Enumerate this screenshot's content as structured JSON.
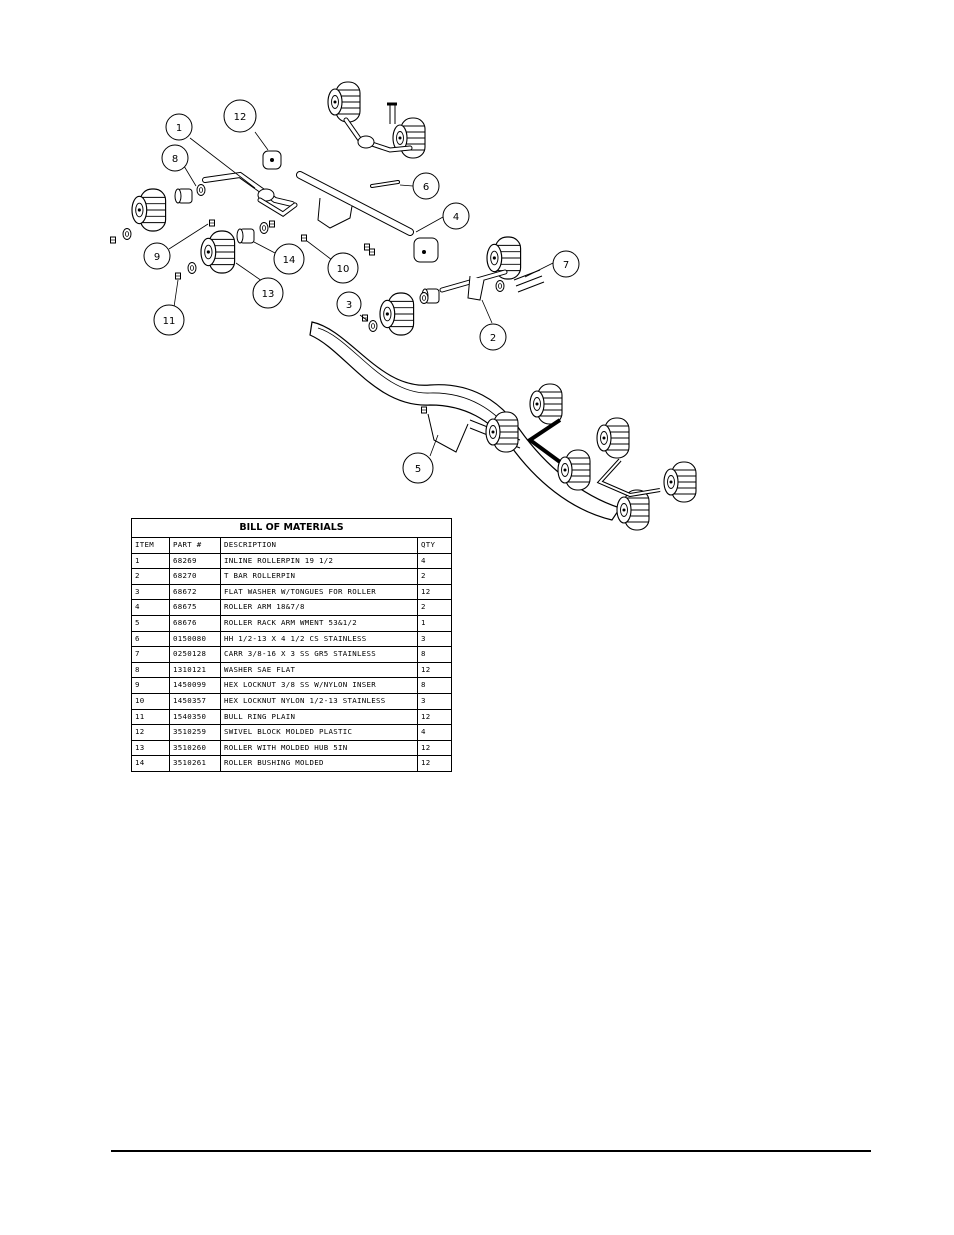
{
  "diagram": {
    "callouts": [
      {
        "id": "1",
        "label": "1"
      },
      {
        "id": "12",
        "label": "12"
      },
      {
        "id": "8",
        "label": "8"
      },
      {
        "id": "6",
        "label": "6"
      },
      {
        "id": "4",
        "label": "4"
      },
      {
        "id": "9",
        "label": "9"
      },
      {
        "id": "14",
        "label": "14"
      },
      {
        "id": "10",
        "label": "10"
      },
      {
        "id": "7",
        "label": "7"
      },
      {
        "id": "13",
        "label": "13"
      },
      {
        "id": "11",
        "label": "11"
      },
      {
        "id": "3",
        "label": "3"
      },
      {
        "id": "2",
        "label": "2"
      },
      {
        "id": "5",
        "label": "5"
      }
    ]
  },
  "bom": {
    "title": "BILL OF MATERIALS",
    "headers": [
      "ITEM",
      "PART #",
      "DESCRIPTION",
      "QTY"
    ],
    "rows": [
      [
        "1",
        "68269",
        "INLINE ROLLERPIN 19 1/2",
        "4"
      ],
      [
        "2",
        "68270",
        "T BAR ROLLERPIN",
        "2"
      ],
      [
        "3",
        "68672",
        "FLAT WASHER W/TONGUES FOR ROLLER",
        "12"
      ],
      [
        "4",
        "68675",
        "ROLLER ARM 18&7/8",
        "2"
      ],
      [
        "5",
        "68676",
        "ROLLER RACK ARM WMENT  53&1/2",
        "1"
      ],
      [
        "6",
        "0150080",
        "HH 1/2-13 X 4 1/2 CS STAINLESS",
        "3"
      ],
      [
        "7",
        "0250128",
        "CARR 3/8-16 X 3 SS GR5 STAINLESS",
        "8"
      ],
      [
        "8",
        "1310121",
        "WASHER SAE FLAT",
        "12"
      ],
      [
        "9",
        "1450099",
        "HEX LOCKNUT 3/8 SS W/NYLON INSER",
        "8"
      ],
      [
        "10",
        "1450357",
        "HEX LOCKNUT NYLON 1/2-13 STAINLESS",
        "3"
      ],
      [
        "11",
        "1540350",
        "BULL RING PLAIN",
        "12"
      ],
      [
        "12",
        "3510259",
        "SWIVEL BLOCK MOLDED PLASTIC",
        "4"
      ],
      [
        "13",
        "3510260",
        "ROLLER WITH MOLDED HUB  5IN",
        "12"
      ],
      [
        "14",
        "3510261",
        "ROLLER BUSHING MOLDED",
        "12"
      ]
    ]
  }
}
